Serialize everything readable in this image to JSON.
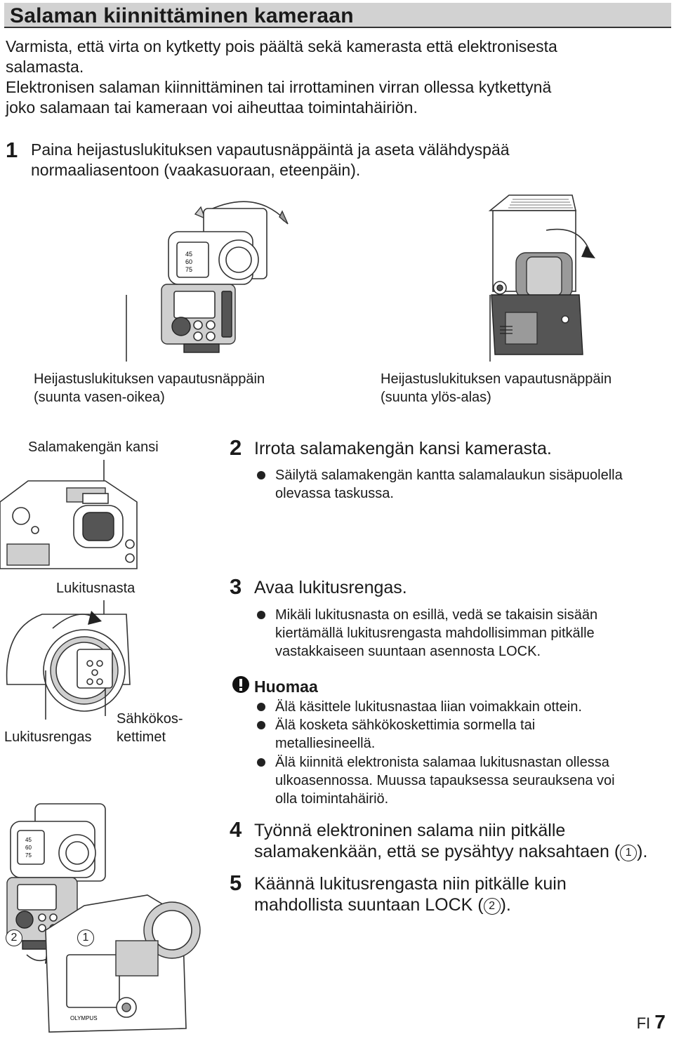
{
  "title": "Salaman kiinnittäminen kameraan",
  "intro": {
    "line1": "Varmista, että virta on kytketty pois päältä sekä kamerasta että elektronisesta",
    "line2": "salamasta.",
    "line3": "Elektronisen salaman kiinnittäminen tai irrottaminen virran ollessa kytkettynä",
    "line4": "joko salamaan tai kameraan voi aiheuttaa toimintahäiriön."
  },
  "step1": {
    "num": "1",
    "line1": "Paina heijastuslukituksen vapautusnäppäintä ja aseta välähdyspää",
    "line2": "normaaliasentoon (vaakasuoraan, eteenpäin)."
  },
  "captions": {
    "left_line1": "Heijastuslukituksen vapautusnäppäin",
    "left_line2": "(suunta vasen-oikea)",
    "right_line1": "Heijastuslukituksen vapautusnäppäin",
    "right_line2": "(suunta ylös-alas)",
    "shoe_cover": "Salamakengän kansi",
    "lock_pin": "Lukitusnasta",
    "lock_ring": "Lukitusrengas",
    "contacts_line1": "Sähkökos-",
    "contacts_line2": "kettimet",
    "scale_45": "45",
    "scale_60": "60",
    "scale_75": "75",
    "brand": "OLYMPUS"
  },
  "step2": {
    "num": "2",
    "text": "Irrota salamakengän kansi kamerasta.",
    "bullet_line1": "Säilytä salamakengän kantta salamalaukun sisäpuolella",
    "bullet_line2": "olevassa taskussa."
  },
  "step3": {
    "num": "3",
    "text": "Avaa lukitusrengas.",
    "bullet_line1": "Mikäli lukitusnasta on esillä, vedä se takaisin sisään",
    "bullet_line2": "kiertämällä lukitusrengasta mahdollisimman pitkälle",
    "bullet_line3": "vastakkaiseen suuntaan asennosta LOCK."
  },
  "caution": {
    "icon": "exclamation-circle-icon",
    "heading": "Huomaa",
    "b1": "Älä käsittele lukitusnastaa liian voimakkain ottein.",
    "b2_line1": "Älä kosketa sähkökoskettimia sormella tai",
    "b2_line2": "metalliesineellä.",
    "b3_line1": "Älä kiinnitä elektronista salamaa lukitusnastan ollessa",
    "b3_line2": "ulkoasennossa. Muussa tapauksessa seurauksena voi",
    "b3_line3": "olla toimintahäiriö."
  },
  "step4": {
    "num": "4",
    "line1": "Työnnä elektroninen salama niin pitkälle",
    "line2_pre": "salamakenkään, että se pysähtyy naksahtaen (",
    "marker": "1",
    "line2_post": ")."
  },
  "step5": {
    "num": "5",
    "line1": "Käännä lukitusrengasta niin pitkälle kuin",
    "line2_pre": "mahdollista suuntaan LOCK (",
    "marker": "2",
    "line2_post": ")."
  },
  "figure_markers": {
    "m1": "1",
    "m2": "2"
  },
  "footer": {
    "lang": "FI",
    "page": "7"
  }
}
